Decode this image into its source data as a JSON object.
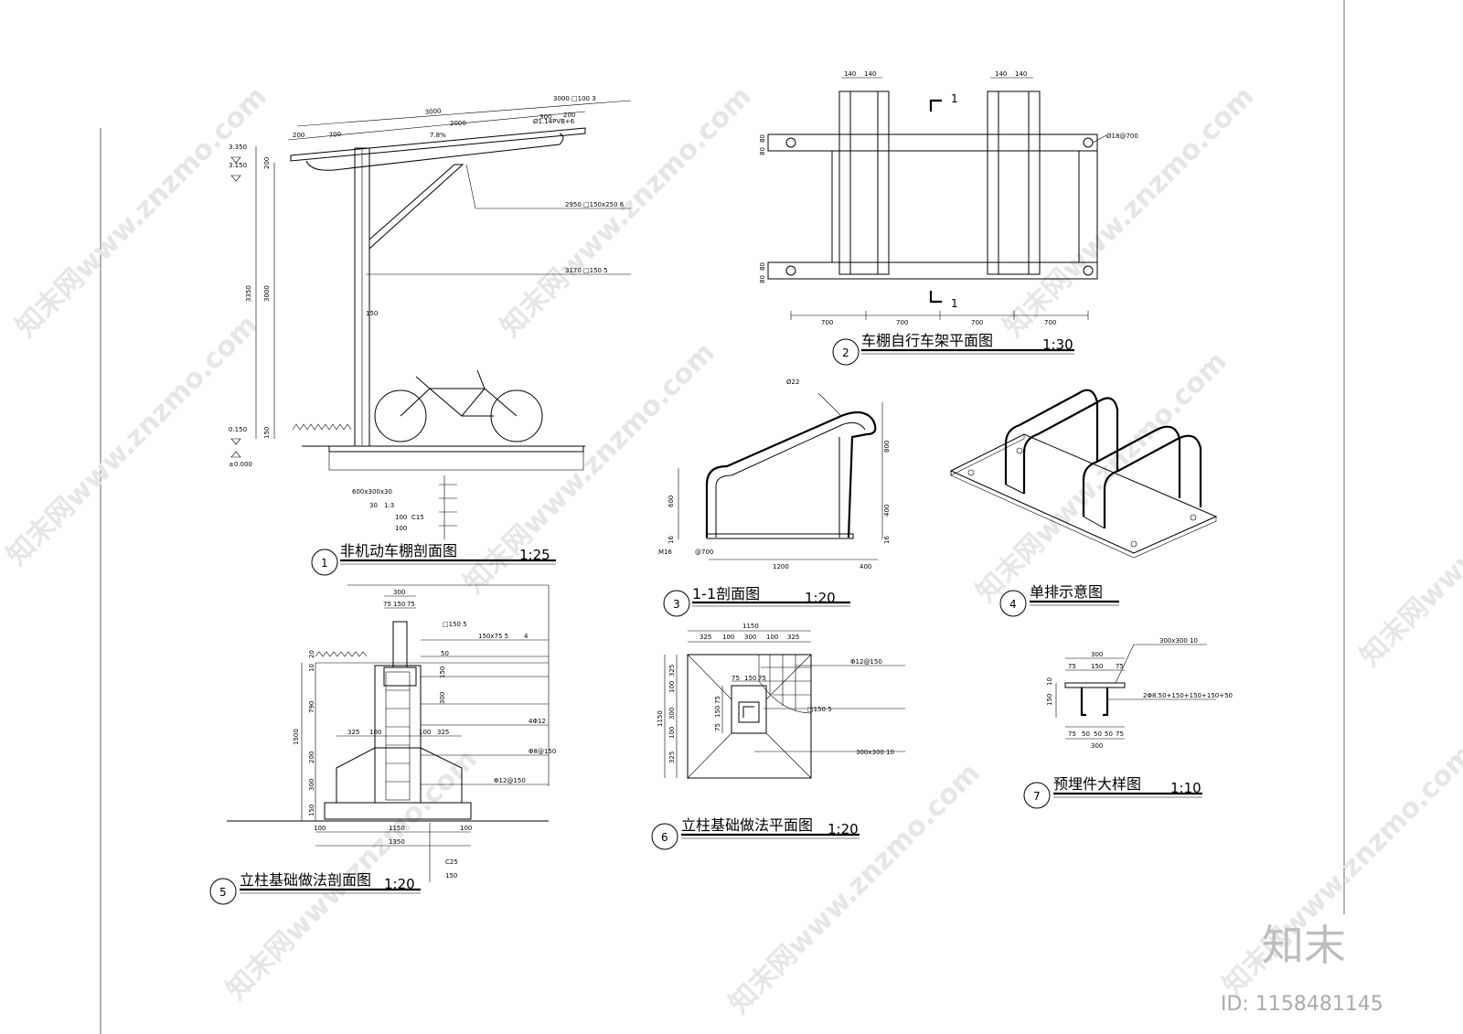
{
  "drawings": [
    {
      "id": "d1",
      "number": "1",
      "title": "非机动车棚剖面图",
      "scale": "1:25",
      "dimensions": [
        "3000",
        "700",
        "200",
        "300",
        "200",
        "2000",
        "7.8%",
        "200",
        "150",
        "3350",
        "3000",
        "150",
        "200",
        "150"
      ],
      "labels": [
        "3000 □100 3",
        "Ø1.14PVB+6",
        "2950 □150x250 6",
        "3170 □150 5",
        "600x300x30",
        "30",
        "1:3",
        "100",
        "C15",
        "100"
      ],
      "levels": [
        "3.350",
        "3.150",
        "0.150",
        "±0.000"
      ]
    },
    {
      "id": "d2",
      "number": "2",
      "title": "车棚自行车架平面图",
      "scale": "1:30",
      "dimensions": [
        "140",
        "140",
        "140",
        "140",
        "80",
        "80",
        "80",
        "80",
        "700",
        "700",
        "700",
        "700"
      ],
      "labels": [
        "Ø18@700"
      ],
      "section_marks": [
        "1",
        "1"
      ]
    },
    {
      "id": "d3",
      "number": "3",
      "title": "1-1剖面图",
      "scale": "1:20",
      "dimensions": [
        "600",
        "16",
        "800",
        "400",
        "16",
        "1200",
        "400"
      ],
      "labels": [
        "Ø22",
        "M16",
        "@700"
      ]
    },
    {
      "id": "d4",
      "number": "4",
      "title": "单排示意图",
      "scale": ""
    },
    {
      "id": "d5",
      "number": "5",
      "title": "立柱基础做法剖面图",
      "scale": "1:20",
      "dimensions": [
        "300",
        "75",
        "150",
        "75",
        "20",
        "10",
        "50",
        "150",
        "300",
        "790",
        "1500",
        "325",
        "100",
        "100",
        "325",
        "200",
        "300",
        "150",
        "100",
        "1150",
        "100",
        "1350"
      ],
      "labels": [
        "□150 5",
        "150x75 5",
        "4",
        "4Φ12",
        "Φ8@150",
        "Φ12@150",
        "C25",
        "150"
      ]
    },
    {
      "id": "d6",
      "number": "6",
      "title": "立柱基础做法平面图",
      "scale": "1:20",
      "dimensions": [
        "1150",
        "325",
        "100",
        "300",
        "100",
        "325",
        "75",
        "150",
        "75",
        "1150",
        "325",
        "100",
        "300",
        "100",
        "325",
        "75",
        "150",
        "75"
      ],
      "labels": [
        "Φ12@150",
        "□150 5",
        "300x300 10"
      ]
    },
    {
      "id": "d7",
      "number": "7",
      "title": "预埋件大样图",
      "scale": "1:10",
      "dimensions": [
        "300",
        "75",
        "150",
        "75",
        "10",
        "150",
        "75",
        "50",
        "50",
        "50",
        "75",
        "300"
      ],
      "labels": [
        "300x300 10",
        "2Φ8.50+150+150+150+50"
      ]
    }
  ],
  "watermark": {
    "text": "知末网www.znzmo.com",
    "brand": "知末",
    "id_label": "ID: 1158481145"
  },
  "colors": {
    "line": "#000000",
    "watermark": "#e6e6e6",
    "brand": "#bdbdbd"
  }
}
